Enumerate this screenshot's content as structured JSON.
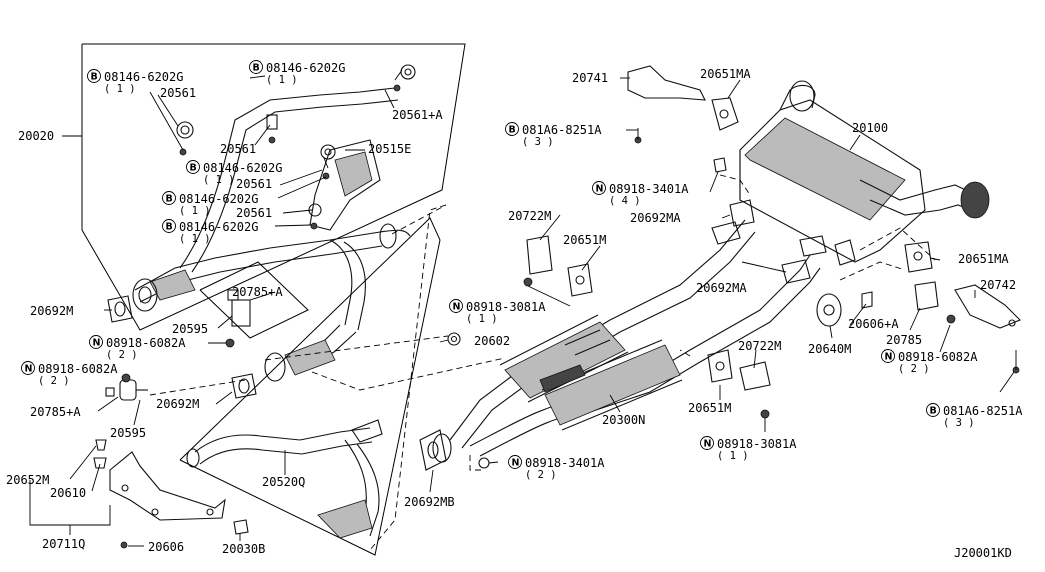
{
  "diagram_code": "J20001KD",
  "symbols": {
    "B": "B",
    "N": "N"
  },
  "labels": {
    "p20020": "20020",
    "p20561_a": "20561",
    "p20561_b": "20561",
    "p20561_c": "20561",
    "p20561_d": "20561",
    "p20561_plusA": "20561+A",
    "p20515E": "20515E",
    "p20692M_a": "20692M",
    "p20692M_b": "20692M",
    "p20785_plusA_a": "20785+A",
    "p20785_plusA_b": "20785+A",
    "p20595_a": "20595",
    "p20595_b": "20595",
    "p20602": "20602",
    "p20652M": "20652M",
    "p20610": "20610",
    "p20711Q": "20711Q",
    "p20606": "20606",
    "p20030B": "20030B",
    "p20520Q": "20520Q",
    "p20741": "20741",
    "p20651MA_a": "20651MA",
    "p20651MA_b": "20651MA",
    "p20100": "20100",
    "p20692MA_a": "20692MA",
    "p20692MA_b": "20692MA",
    "p20722M_a": "20722M",
    "p20722M_b": "20722M",
    "p20651M_a": "20651M",
    "p20651M_b": "20651M",
    "p20742": "20742",
    "p20606_plusA": "20606+A",
    "p20640M": "20640M",
    "p20785": "20785",
    "p20300N": "20300N",
    "p20692MB": "20692MB",
    "b08146_a": "08146-6202G",
    "b08146_b": "08146-6202G",
    "b08146_c": "08146-6202G",
    "b08146_d": "08146-6202G",
    "b08146_e": "08146-6202G",
    "n08918_6082A_a": "08918-6082A",
    "n08918_6082A_b": "08918-6082A",
    "n08918_6082A_c": "08918-6082A",
    "b081A6_a": "081A6-8251A",
    "b081A6_b": "081A6-8251A",
    "n08918_3401A_a": "08918-3401A",
    "n08918_3401A_b": "08918-3401A",
    "n08918_3081A_a": "08918-3081A",
    "n08918_3081A_b": "08918-3081A"
  },
  "quantities": {
    "q1": "( 1 )",
    "q2": "( 2 )",
    "q3": "( 3 )",
    "q4": "( 4 )"
  }
}
